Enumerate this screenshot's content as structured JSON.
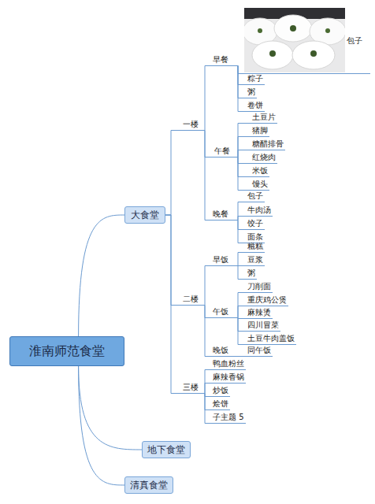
{
  "diagram": {
    "nodes": [
      {
        "text": [
          "淮南师范食堂"
        ]
      },
      {
        "text": [
          "大食堂"
        ]
      },
      {
        "text": [
          "一楼"
        ]
      },
      {
        "text": [
          "早餐"
        ]
      },
      {
        "text": [
          "包子"
        ]
      },
      {
        "text": [
          "粽子"
        ]
      },
      {
        "text": [
          "粥"
        ]
      },
      {
        "text": [
          "卷饼"
        ]
      },
      {
        "text": [
          "午餐"
        ]
      },
      {
        "text": [
          "土豆片"
        ]
      },
      {
        "text": [
          "猪脚"
        ]
      },
      {
        "text": [
          "糖醋排骨"
        ]
      },
      {
        "text": [
          "红烧肉"
        ]
      },
      {
        "text": [
          "米饭"
        ]
      },
      {
        "text": [
          "馒头"
        ]
      },
      {
        "text": [
          "晚餐"
        ]
      },
      {
        "text": [
          "包子"
        ]
      },
      {
        "text": [
          "牛肉汤"
        ]
      },
      {
        "text": [
          "饺子"
        ]
      },
      {
        "text": [
          "面条"
        ]
      },
      {
        "text": [
          "二楼"
        ]
      },
      {
        "text": [
          "早饭"
        ]
      },
      {
        "text": [
          "糍糕"
        ]
      },
      {
        "text": [
          "豆浆"
        ]
      },
      {
        "text": [
          "粥"
        ]
      },
      {
        "text": [
          "午饭"
        ]
      },
      {
        "text": [
          "刀削面"
        ]
      },
      {
        "text": [
          "重庆鸡公煲"
        ]
      },
      {
        "text": [
          "麻辣烫"
        ]
      },
      {
        "text": [
          "四川冒菜"
        ]
      },
      {
        "text": [
          "土豆牛肉盖饭"
        ]
      },
      {
        "text": [
          "晚饭"
        ]
      },
      {
        "text": [
          "同午饭"
        ]
      },
      {
        "text": [
          "三楼"
        ]
      },
      {
        "text": [
          "鸭血粉丝"
        ]
      },
      {
        "text": [
          "麻辣香锅"
        ]
      },
      {
        "text": [
          "炒饭"
        ]
      },
      {
        "text": [
          "烩饼"
        ]
      },
      {
        "text": [
          "子主题 5"
        ]
      },
      {
        "text": [
          "地下食堂"
        ]
      },
      {
        "text": [
          "清真食堂"
        ]
      }
    ],
    "edges": [
      {
        "from": 0,
        "to": 1,
        "arrow": "none"
      },
      {
        "from": 0,
        "to": 39,
        "arrow": "none"
      },
      {
        "from": 0,
        "to": 40,
        "arrow": "none"
      },
      {
        "from": 1,
        "to": 2,
        "arrow": "none"
      },
      {
        "from": 1,
        "to": 20,
        "arrow": "none"
      },
      {
        "from": 1,
        "to": 33,
        "arrow": "none"
      },
      {
        "from": 2,
        "to": 3,
        "arrow": "none"
      },
      {
        "from": 2,
        "to": 8,
        "arrow": "none"
      },
      {
        "from": 2,
        "to": 15,
        "arrow": "none"
      },
      {
        "from": 3,
        "to": 4,
        "arrow": "none"
      },
      {
        "from": 3,
        "to": 5,
        "arrow": "none"
      },
      {
        "from": 3,
        "to": 6,
        "arrow": "none"
      },
      {
        "from": 3,
        "to": 7,
        "arrow": "none"
      },
      {
        "from": 8,
        "to": 9,
        "arrow": "none"
      },
      {
        "from": 8,
        "to": 10,
        "arrow": "none"
      },
      {
        "from": 8,
        "to": 11,
        "arrow": "none"
      },
      {
        "from": 8,
        "to": 12,
        "arrow": "none"
      },
      {
        "from": 8,
        "to": 13,
        "arrow": "none"
      },
      {
        "from": 8,
        "to": 14,
        "arrow": "none"
      },
      {
        "from": 15,
        "to": 16,
        "arrow": "none"
      },
      {
        "from": 15,
        "to": 17,
        "arrow": "none"
      },
      {
        "from": 15,
        "to": 18,
        "arrow": "none"
      },
      {
        "from": 15,
        "to": 19,
        "arrow": "none"
      },
      {
        "from": 20,
        "to": 21,
        "arrow": "none"
      },
      {
        "from": 20,
        "to": 25,
        "arrow": "none"
      },
      {
        "from": 20,
        "to": 31,
        "arrow": "none"
      },
      {
        "from": 21,
        "to": 22,
        "arrow": "none"
      },
      {
        "from": 21,
        "to": 23,
        "arrow": "none"
      },
      {
        "from": 21,
        "to": 24,
        "arrow": "none"
      },
      {
        "from": 25,
        "to": 26,
        "arrow": "none"
      },
      {
        "from": 25,
        "to": 27,
        "arrow": "none"
      },
      {
        "from": 25,
        "to": 28,
        "arrow": "none"
      },
      {
        "from": 25,
        "to": 29,
        "arrow": "none"
      },
      {
        "from": 25,
        "to": 30,
        "arrow": "none"
      },
      {
        "from": 31,
        "to": 32,
        "arrow": "none"
      },
      {
        "from": 33,
        "to": 34,
        "arrow": "none"
      },
      {
        "from": 33,
        "to": 35,
        "arrow": "none"
      },
      {
        "from": 33,
        "to": 36,
        "arrow": "none"
      },
      {
        "from": 33,
        "to": 37,
        "arrow": "none"
      },
      {
        "from": 33,
        "to": 38,
        "arrow": "none"
      }
    ]
  }
}
